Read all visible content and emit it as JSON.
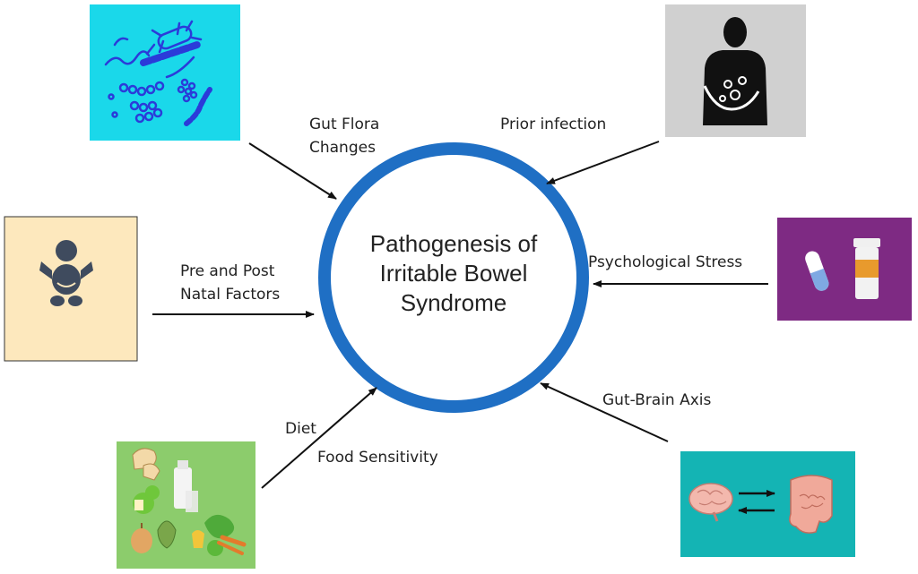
{
  "center": {
    "line1": "Pathogenesis of",
    "line2": "Irritable Bowel",
    "line3": "Syndrome"
  },
  "factors": {
    "gut_flora": {
      "line1": "Gut Flora",
      "line2": "Changes"
    },
    "prior_infection": {
      "label": "Prior infection"
    },
    "natal": {
      "line1": "Pre and Post",
      "line2": "Natal Factors"
    },
    "psych_stress": {
      "label": "Psychological Stress"
    },
    "diet": {
      "line1": "Diet",
      "line2": "Food Sensitivity"
    },
    "gut_brain": {
      "label": "Gut-Brain Axis"
    }
  },
  "colors": {
    "ring": "#1f6fc4",
    "bacteria_bg": "#1ad8ea",
    "bacteria_line": "#2b3bd9",
    "infection_bg": "#d0d0d0",
    "baby_bg": "#fde8bd",
    "baby_icon": "#3f4b5e",
    "pills_bg": "#7e2a83",
    "food_bg": "#8ccc6c",
    "gutbrain_bg": "#14b4b4"
  },
  "icons": {
    "gut_flora": "bacteria-icon",
    "prior_infection": "stomach-ache-icon",
    "natal": "baby-icon",
    "psych_stress": "pills-icon",
    "diet": "food-icon",
    "gut_brain": "brain-gut-icon"
  }
}
